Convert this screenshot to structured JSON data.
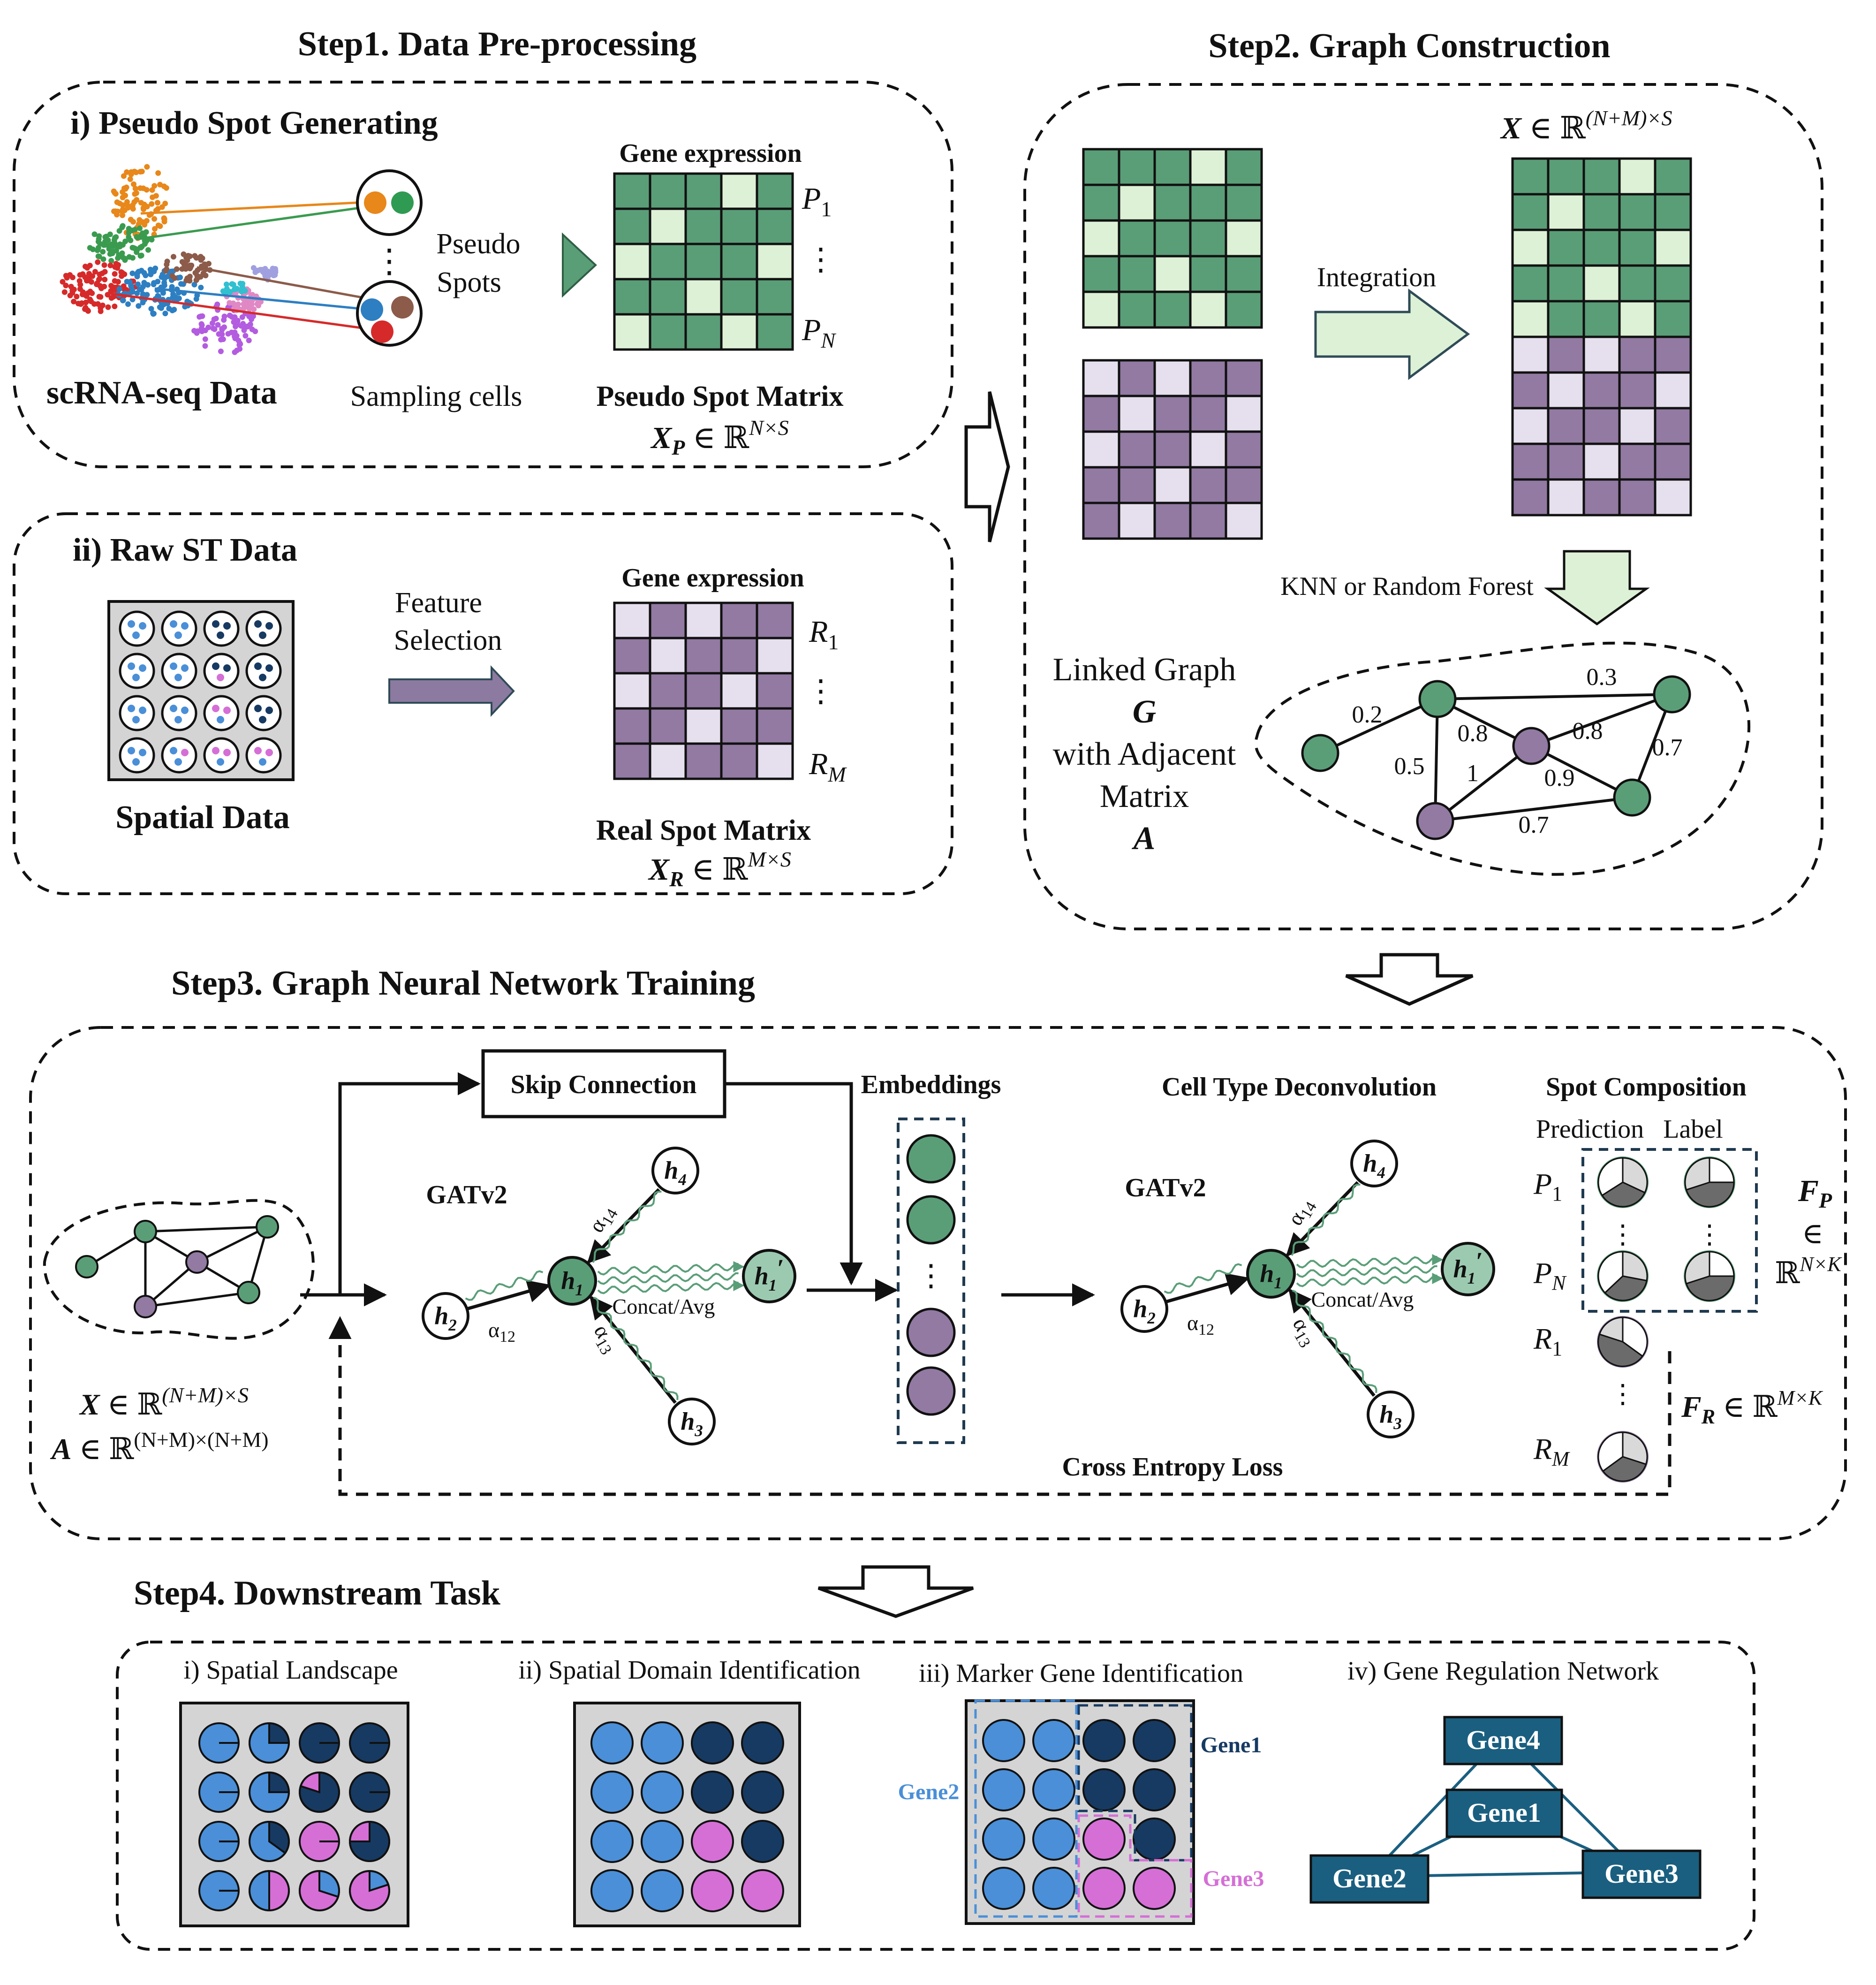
{
  "colors": {
    "green_dark": "#5a9e78",
    "green_light": "#ddf1d6",
    "purple_dark": "#927aa3",
    "purple_light": "#e6e0ee",
    "blue_light": "#4a8fd8",
    "navy": "#173a62",
    "magenta": "#d56fd6",
    "gene_box": "#1a5f80",
    "panel_gray": "#d4d4d4",
    "edge_green": "#5a9e78",
    "pie_gray": "#6b6b6b",
    "pie_light": "#d9d9d9"
  },
  "icons": {
    "flow_arrow": "hollow-right-arrow-icon",
    "down_arrow": "hollow-down-arrow-icon",
    "integration_arrow": "block-right-arrow-icon",
    "feature_arrow": "block-right-arrow-icon",
    "attention_edge": "wavy-line-icon"
  },
  "step1": {
    "title": "Step1. Data Pre-processing",
    "pseudo": {
      "title": "i) Pseudo Spot Generating",
      "scrna_label": "scRNA-seq Data",
      "sampling_label": "Sampling cells",
      "pseudo_label_1": "Pseudo",
      "pseudo_label_2": "Spots",
      "dots": "⋮",
      "gene_expression": "Gene expression",
      "row_first": "P",
      "row_first_sub": "1",
      "row_last": "P",
      "row_last_sub": "N",
      "matrix_title": "Pseudo Spot Matrix",
      "matrix_var": "X",
      "matrix_var_sub": "P",
      "matrix_space": " ∈ ℝ",
      "matrix_sup": "N×S"
    },
    "raw": {
      "title": "ii) Raw ST Data",
      "spatial_label": "Spatial Data",
      "feature_label_1": "Feature",
      "feature_label_2": "Selection",
      "gene_expression": "Gene expression",
      "row_first": "R",
      "row_first_sub": "1",
      "row_last": "R",
      "row_last_sub": "M",
      "matrix_title": "Real Spot Matrix",
      "matrix_var": "X",
      "matrix_var_sub": "R",
      "matrix_space": " ∈ ℝ",
      "matrix_sup": "M×S"
    }
  },
  "step2": {
    "title": "Step2. Graph Construction",
    "x_var": "X",
    "x_space": " ∈ ℝ",
    "x_sup": "(N+M)×S",
    "integration": "Integration",
    "knn": "KNN or Random Forest",
    "linked_1": "Linked Graph",
    "linked_g": "G",
    "linked_2": "with Adjacent",
    "linked_3": "Matrix",
    "linked_a": "A",
    "edge_weights": [
      "0.2",
      "0.3",
      "0.8",
      "0.8",
      "0.5",
      "1",
      "0.9",
      "0.7",
      "0.7"
    ]
  },
  "step3": {
    "title": "Step3. Graph Neural Network Training",
    "skip": "Skip Connection",
    "embeddings": "Embeddings",
    "deconv": "Cell Type Deconvolution",
    "spot_comp": "Spot Composition",
    "prediction": "Prediction",
    "label": "Label",
    "gatv2": "GATv2",
    "concat": "Concat/Avg",
    "cross_entropy": "Cross Entropy Loss",
    "x_var": "X",
    "x_space": " ∈ ℝ",
    "x_sup": "(N+M)×S",
    "a_var": "A",
    "a_space": " ∈ ℝ",
    "a_sup": "(N+M)×(N+M)",
    "fp_var": "F",
    "fp_sub": "P",
    "fp_in": "∈",
    "fp_space": "ℝ",
    "fp_sup": "N×K",
    "fr_var": "F",
    "fr_sub": "R",
    "fr_space": " ∈ ℝ",
    "fr_sup": "M×K",
    "h": "h",
    "n1": "1",
    "n2": "2",
    "n3": "3",
    "n4": "4",
    "prime": "′",
    "alpha": "α",
    "a12": "12",
    "a13": "13",
    "a14": "14",
    "p": "P",
    "r": "R",
    "sub1": "1",
    "subN": "N",
    "subM": "M",
    "dots": "⋮"
  },
  "step4": {
    "title": "Step4. Downstream Task",
    "landscape": "i) Spatial Landscape",
    "domain": "ii) Spatial Domain Identification",
    "marker": "iii) Marker Gene Identification",
    "grn": "iv) Gene Regulation Network",
    "gene1": "Gene1",
    "gene2": "Gene2",
    "gene3": "Gene3",
    "gene4": "Gene4"
  }
}
